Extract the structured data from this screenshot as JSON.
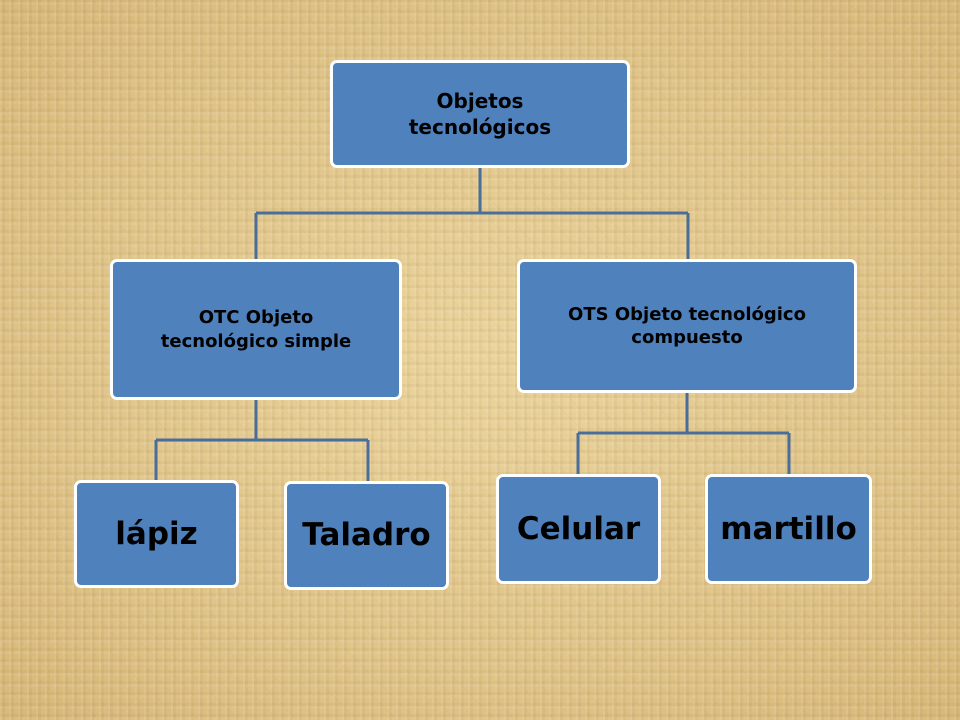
{
  "diagram": {
    "root": {
      "label": "Objetos tecnológicos"
    },
    "branches": [
      {
        "label": "OTC Objeto tecnológico simple",
        "children": [
          "lápiz",
          "Taladro"
        ]
      },
      {
        "label": "OTS Objeto tecnológico compuesto",
        "children": [
          "Celular",
          "martillo"
        ]
      }
    ]
  },
  "colors": {
    "box_fill": "#4f81bd",
    "box_border": "#ffffff",
    "connector": "#4a6e9a",
    "background": "#e3c88c"
  }
}
